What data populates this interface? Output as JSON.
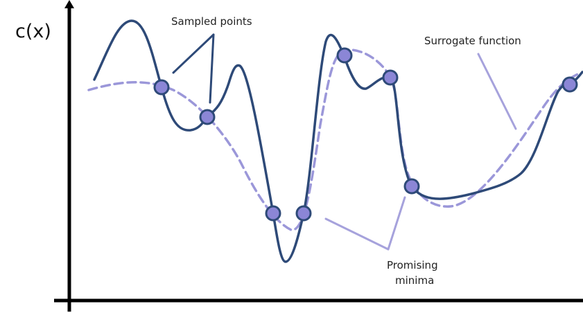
{
  "axis": {
    "y_label": "c(x)"
  },
  "annotations": {
    "sampled_points": "Sampled points",
    "surrogate_function": "Surrogate function",
    "promising_minima_line1": "Promising",
    "promising_minima_line2": "minima"
  },
  "colors": {
    "axis": "#000000",
    "true_function": "#2e4a78",
    "surrogate": "#9b97d9",
    "point_fill": "#8b86d6",
    "point_stroke": "#2e4a78",
    "pointer": "#a6a2dc",
    "sampled_pointer": "#2e4a78"
  }
}
